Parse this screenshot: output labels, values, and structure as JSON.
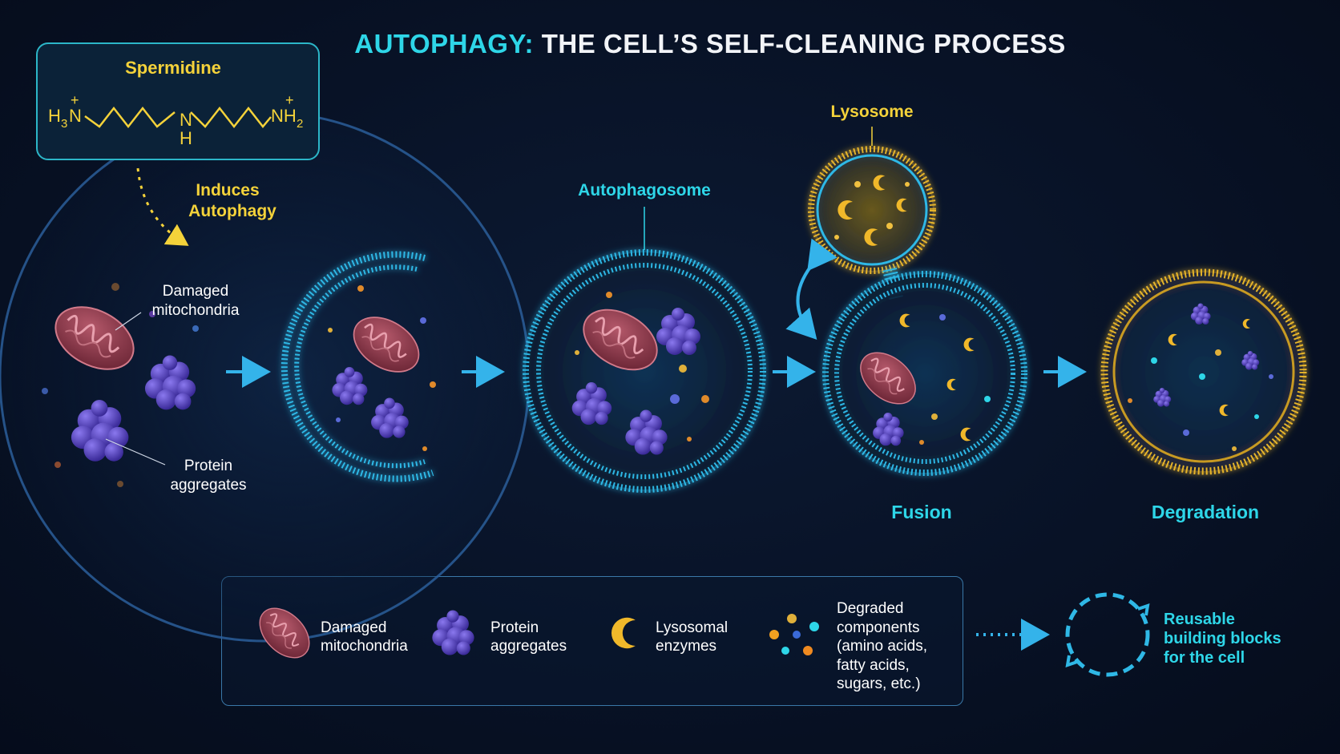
{
  "title": {
    "highlight": "AUTOPHAGY:",
    "rest": " THE CELL’S SELF-CLEANING PROCESS"
  },
  "spermidine": {
    "name": "Spermidine",
    "formula": {
      "left_atom": "H",
      "left_sub": "3",
      "left_n": "N",
      "plus": "+",
      "center_n": "N",
      "center_h": "H",
      "right_atom": "NH",
      "right_sub": "2"
    }
  },
  "induces_label": [
    "Induces",
    "Autophagy"
  ],
  "cell_labels": {
    "damaged_mitochondria": [
      "Damaged",
      "mitochondria"
    ],
    "protein_aggregates": [
      "Protein",
      "aggregates"
    ]
  },
  "stage_labels": {
    "autophagosome": "Autophagosome",
    "lysosome": "Lysosome",
    "fusion": "Fusion",
    "degradation": "Degradation"
  },
  "legend": {
    "items": [
      {
        "icon": "mitochondria-icon",
        "lines": [
          "Damaged",
          "mitochondria"
        ]
      },
      {
        "icon": "protein-aggregate-icon",
        "lines": [
          "Protein",
          "aggregates"
        ]
      },
      {
        "icon": "lysosomal-enzyme-icon",
        "lines": [
          "Lysosomal",
          "enzymes"
        ]
      },
      {
        "icon": "degraded-components-icon",
        "lines": [
          "Degraded",
          "components",
          "(amino acids,",
          "fatty acids,",
          "sugars, etc.)"
        ]
      }
    ],
    "recycle_lines": [
      "Reusable",
      "building blocks",
      "for the cell"
    ]
  },
  "colors": {
    "cyan": "#2ed6e8",
    "membrane": "#2fb8e6",
    "lysosome": "#e6b42a",
    "label_yellow": "#f4d23a",
    "arrow": "#34b3ea",
    "mitochondria": "#8e3b4b",
    "protein": "#5a45c2"
  }
}
